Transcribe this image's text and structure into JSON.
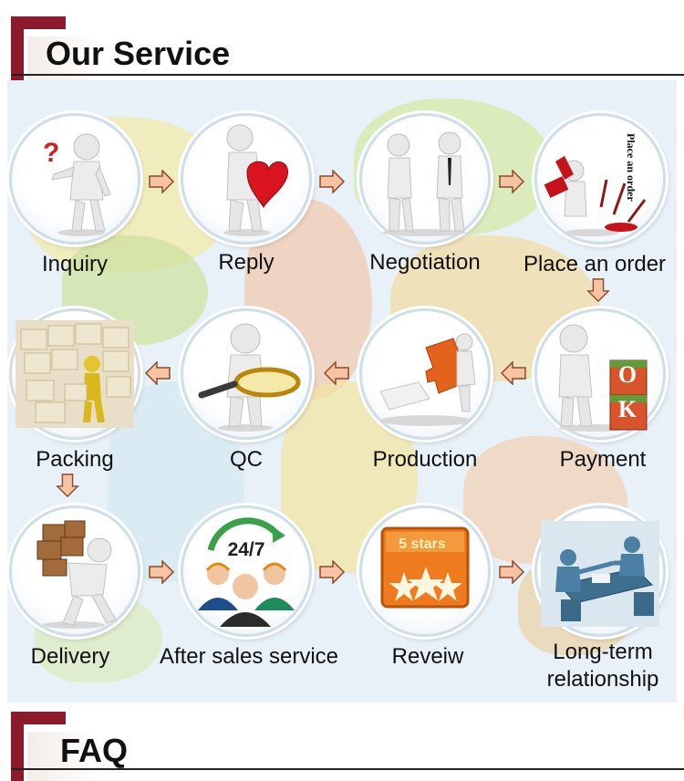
{
  "headers": {
    "service_title": "Our Service",
    "faq_title": "FAQ"
  },
  "steps": [
    {
      "label": "Inquiry",
      "icon": "question-person-icon"
    },
    {
      "label": "Reply",
      "icon": "heart-person-icon"
    },
    {
      "label": "Negotiation",
      "icon": "two-people-icon"
    },
    {
      "label": "Place an order",
      "icon": "stamp-order-icon",
      "stamp_text": "Place an order"
    },
    {
      "label": "Payment",
      "icon": "ok-blocks-icon",
      "block_letters": [
        "O",
        "K"
      ]
    },
    {
      "label": "Production",
      "icon": "puzzle-person-icon"
    },
    {
      "label": "QC",
      "icon": "magnifier-person-icon"
    },
    {
      "label": "Packing",
      "icon": "boxes-warehouse-icon"
    },
    {
      "label": "Delivery",
      "icon": "carry-boxes-icon"
    },
    {
      "label": "After sales service",
      "icon": "support-team-icon",
      "badge_text": "24/7"
    },
    {
      "label": "Reveiw",
      "icon": "five-stars-icon",
      "badge_text": "5 stars"
    },
    {
      "label": "Long-term",
      "label2": "relationship",
      "icon": "meeting-table-icon"
    }
  ],
  "colors": {
    "accent": "#8b1a2b",
    "arrow_fill": "#f7c3a2",
    "arrow_stroke": "#8a4a2a"
  }
}
